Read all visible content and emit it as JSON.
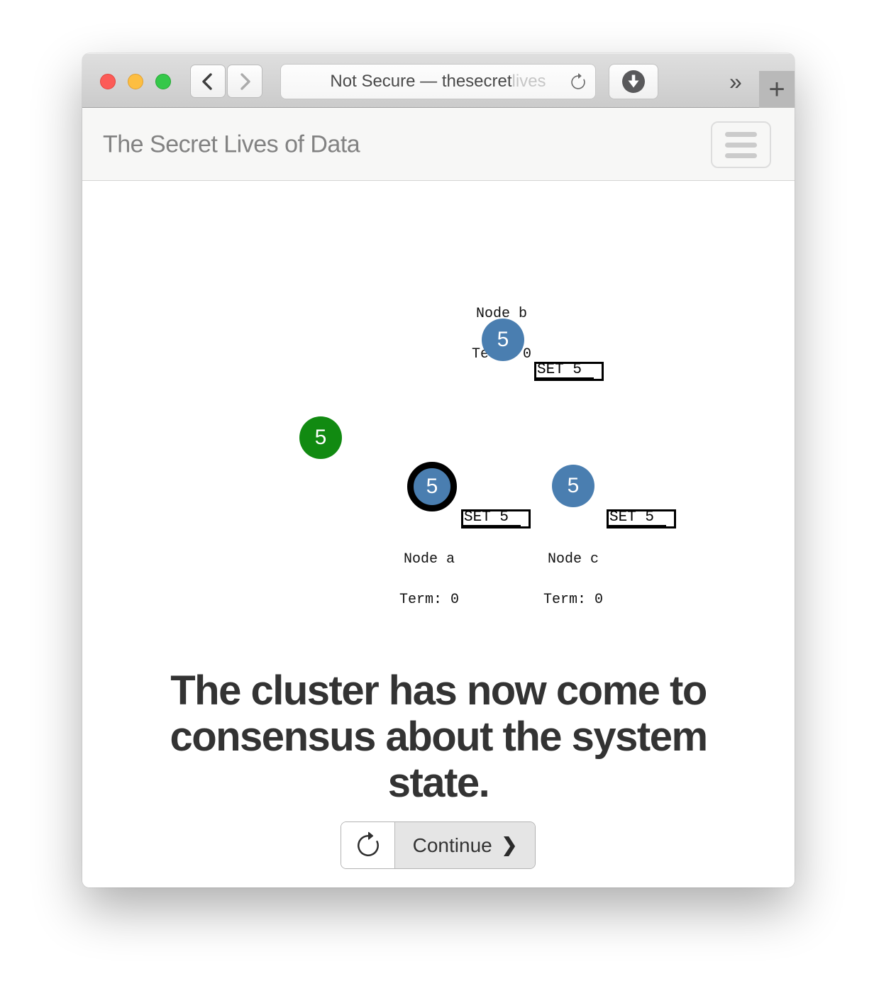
{
  "browser": {
    "url_main": "Not Secure — thesecret",
    "url_fade": "lives",
    "overflow_chevrons": "»",
    "new_tab_plus": "+"
  },
  "header": {
    "title": "The Secret Lives of Data"
  },
  "diagram": {
    "client": {
      "value": "5",
      "color": "#118a11"
    },
    "node_color": "#4a7eb0",
    "leader_ring_color": "#000000",
    "nodes": [
      {
        "name": "Node a",
        "term": "Term: 0",
        "value": "5",
        "message": "SET 5",
        "role": "leader"
      },
      {
        "name": "Node b",
        "term": "Term: 0",
        "value": "5",
        "message": "SET 5",
        "role": "follower"
      },
      {
        "name": "Node c",
        "term": "Term: 0",
        "value": "5",
        "message": "SET 5",
        "role": "follower"
      }
    ]
  },
  "caption": {
    "lines": [
      "The cluster has now come to",
      "consensus about the system",
      "state."
    ]
  },
  "controls": {
    "continue_label": "Continue",
    "continue_chevron": "❯"
  }
}
